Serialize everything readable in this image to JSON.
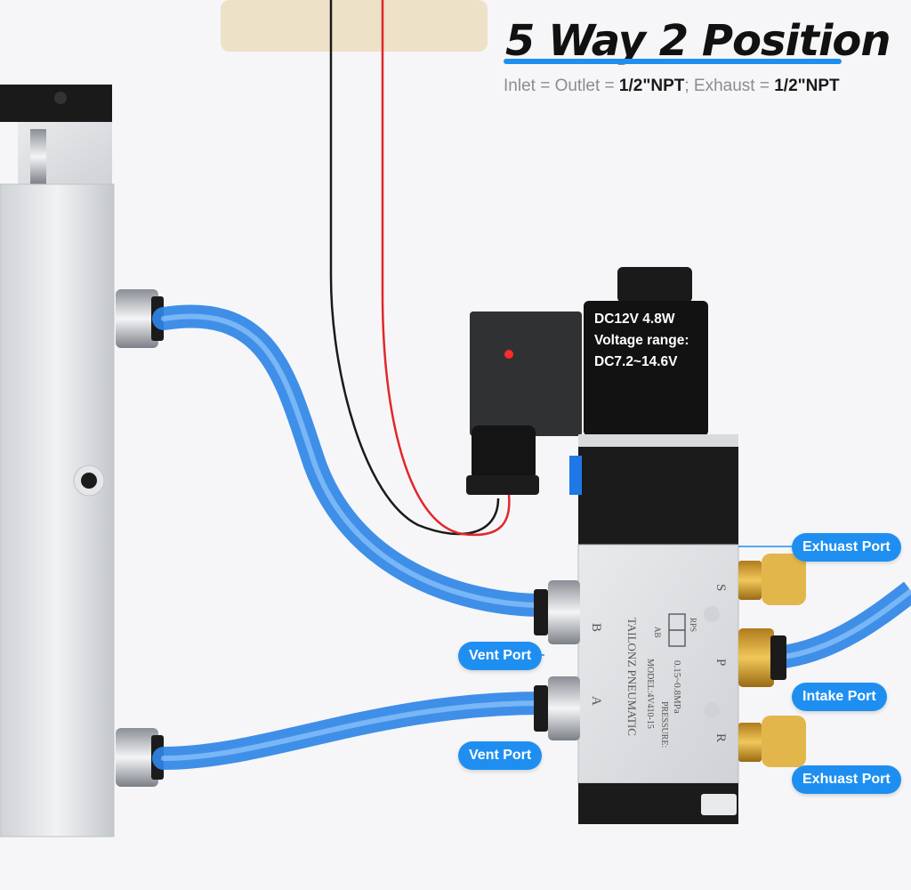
{
  "header": {
    "title": "5 Way 2 Position",
    "spec_prefix_1": "Inlet = Outlet = ",
    "spec_value_1": "1/2\"NPT",
    "spec_prefix_2": "; Exhaust = ",
    "spec_value_2": "1/2\"NPT"
  },
  "coil": {
    "line1": "DC12V 4.8W",
    "line2": "Voltage range:",
    "line3": "DC7.2~14.6V"
  },
  "valve_body": {
    "brand": "TAILONZ PNEUMATIC",
    "model": "MODEL:4V410-15",
    "pressure_label": "PRESSURE:",
    "pressure_value": "0.15~0.8MPa",
    "symbol_top": "AB",
    "symbol_bottom": "RPS",
    "port_a": "A",
    "port_b": "B",
    "port_p": "P",
    "port_r": "R",
    "port_s": "S"
  },
  "callouts": {
    "exhaust_top": "Exhuast Port",
    "vent_top": "Vent Port",
    "intake": "Intake Port",
    "vent_bottom": "Vent Port",
    "exhaust_bottom": "Exhuast Port"
  },
  "colors": {
    "accent": "#1e8ff0",
    "tube": "#2f86e6",
    "coil": "#111111",
    "brass": "#d9a83a"
  }
}
